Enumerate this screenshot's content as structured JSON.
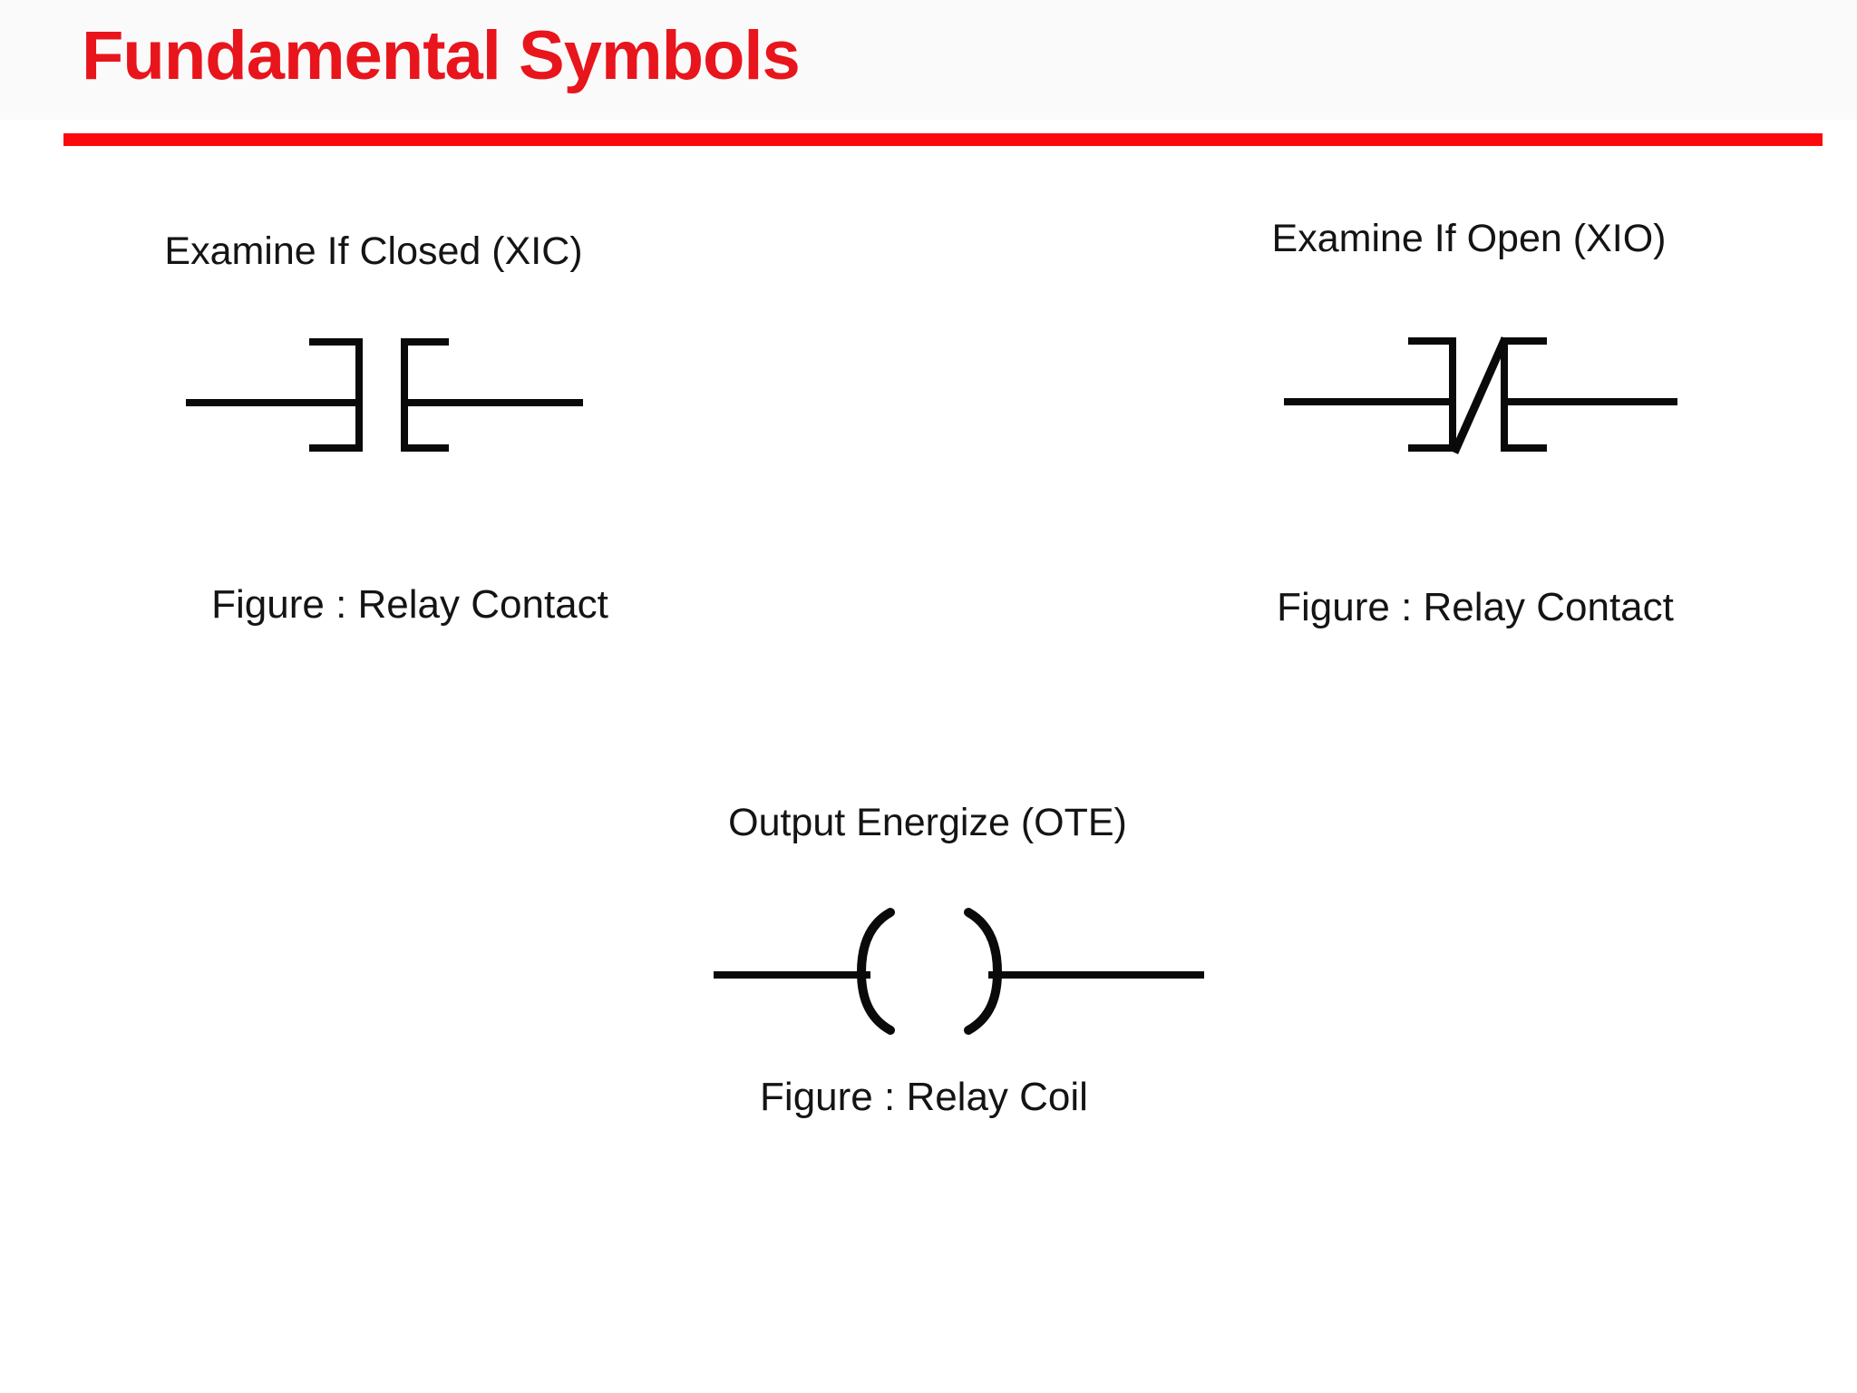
{
  "slide": {
    "title": "Fundamental Symbols",
    "colors": {
      "title_red": "#e8151c",
      "rule_red": "#fb0a0d",
      "symbol_ink": "#0a0a0a",
      "text_ink": "#141414",
      "background": "#ffffff"
    },
    "sections": {
      "xic": {
        "label": "Examine If Closed (XIC)",
        "caption": "Figure : Relay Contact",
        "symbol_icon": "xic-normally-open-contact-icon"
      },
      "xio": {
        "label": "Examine If Open (XIO)",
        "caption": "Figure : Relay Contact",
        "symbol_icon": "xio-normally-closed-contact-icon"
      },
      "ote": {
        "label": "Output Energize (OTE)",
        "caption": "Figure : Relay Coil",
        "symbol_icon": "ote-relay-coil-icon"
      }
    }
  }
}
